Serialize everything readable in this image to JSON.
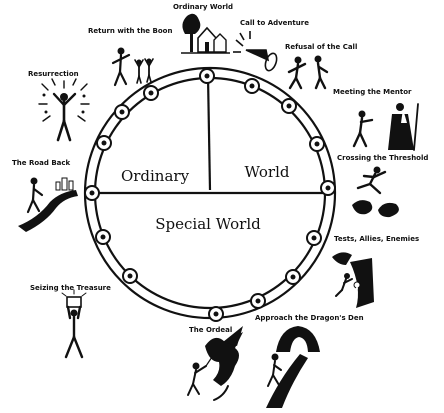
{
  "inner_labels": {
    "ordinary": "Ordinary",
    "world": "World",
    "special_world": "Special World"
  },
  "stages": [
    {
      "id": "ordinary-world",
      "label": "Ordinary World",
      "icon": "village-icon"
    },
    {
      "id": "call-to-adventure",
      "label": "Call to Adventure",
      "icon": "trumpet-icon"
    },
    {
      "id": "refusal-of-the-call",
      "label": "Refusal of the Call",
      "icon": "two-figures-icon"
    },
    {
      "id": "meeting-the-mentor",
      "label": "Meeting the Mentor",
      "icon": "wizard-mentor-icon"
    },
    {
      "id": "crossing-the-threshold",
      "label": "Crossing the Threshold",
      "icon": "leaping-figure-icon"
    },
    {
      "id": "tests-allies-enemies",
      "label": "Tests, Allies, Enemies",
      "icon": "climbing-figures-icon"
    },
    {
      "id": "approach-the-dragons-den",
      "label": "Approach the Dragon's Den",
      "icon": "cave-icon"
    },
    {
      "id": "the-ordeal",
      "label": "The Ordeal",
      "icon": "dragon-fight-icon"
    },
    {
      "id": "seizing-the-treasure",
      "label": "Seizing the Treasure",
      "icon": "treasure-lift-icon"
    },
    {
      "id": "the-road-back",
      "label": "The Road Back",
      "icon": "road-figure-icon"
    },
    {
      "id": "resurrection",
      "label": "Resurrection",
      "icon": "radiant-figure-icon"
    },
    {
      "id": "return-with-the-boon",
      "label": "Return with the Boon",
      "icon": "cheering-figures-icon"
    }
  ]
}
